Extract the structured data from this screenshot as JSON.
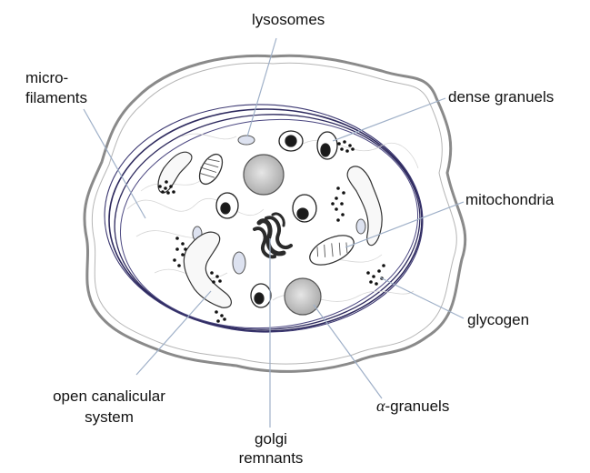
{
  "labels": {
    "lysosomes": "lysosomes",
    "microfilaments_line1": "micro-",
    "microfilaments_line2": "filaments",
    "dense_granules": "dense granuels",
    "mitochondria": "mitochondria",
    "glycogen": "glycogen",
    "alpha_symbol": "α",
    "alpha_granules_suffix": "-granuels",
    "golgi_line1": "golgi",
    "golgi_line2": "remnants",
    "ocs_line1": "open canalicular",
    "ocs_line2": "system"
  },
  "colors": {
    "outer_membrane": "#8a8a8a",
    "inner_ring": "#2e2a5e",
    "leader_line": "#9fb0c8",
    "organelle_stroke": "#333333",
    "granule_fill": "#c8c8c8",
    "lysosome_fill": "#dde2f0"
  }
}
